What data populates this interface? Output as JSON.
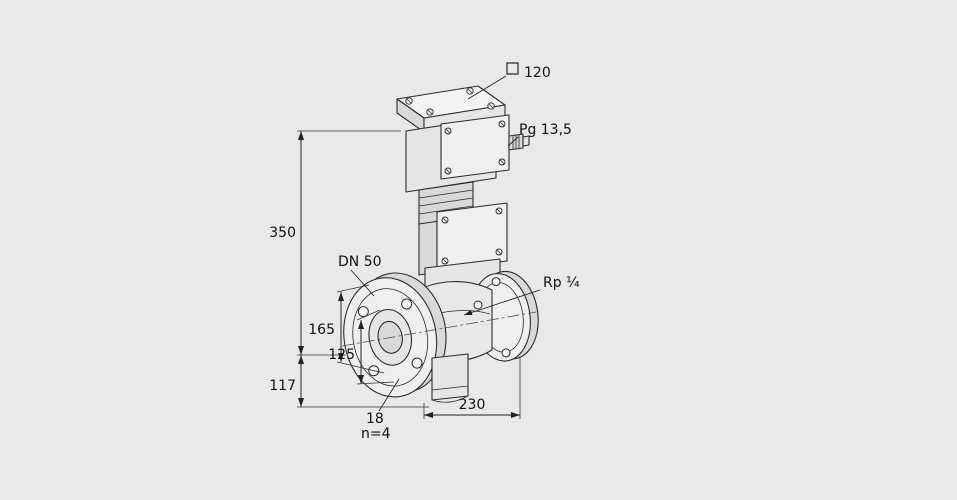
{
  "page": {
    "background": "#e9e9e9",
    "line_color": "#2b2b2b",
    "text_color": "#111111"
  },
  "labels": {
    "square_size": "120",
    "cable_gland": "Pg 13,5",
    "total_height": "350",
    "nominal_diameter": "DN 50",
    "flange_od": "165",
    "bolt_circle": "125",
    "lower_height": "117",
    "bolt_hole_diameter": "18",
    "bolt_count": "n=4",
    "face_to_face": "230",
    "tap_thread": "Rp ¼"
  }
}
